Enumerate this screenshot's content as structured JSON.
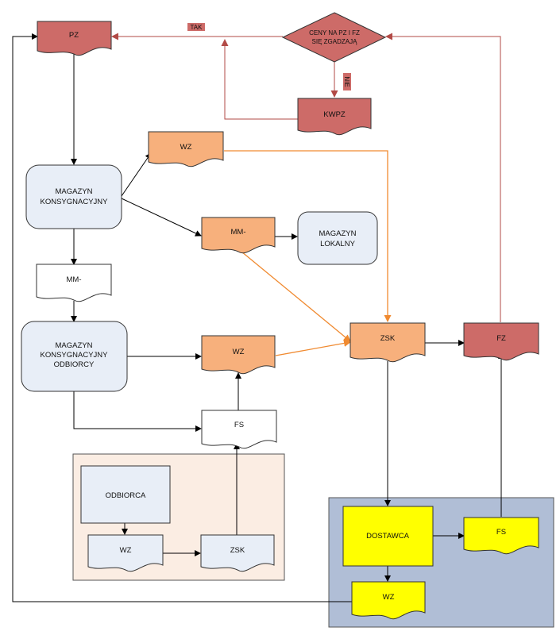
{
  "colors": {
    "red": "#cd6b68",
    "orange": "#f7b07c",
    "orange_line": "#f08a30",
    "dark_red_line": "#b24a46",
    "light_blue": "#e8eef7",
    "yellow": "#ffff00",
    "peach_bg": "#fbede3",
    "slate_bg": "#b0bed6"
  },
  "nodes": {
    "pz": "PZ",
    "decision_line1": "CENY NA PZ I FZ",
    "decision_line2": "SIĘ ZGADZAJĄ",
    "tak": "TAK",
    "nie": "NIE",
    "kwpz": "KWPZ",
    "wz_top": "WZ",
    "magazyn_konsyg_line1": "MAGAZYN",
    "magazyn_konsyg_line2": "KONSYGNACYJNY",
    "mm_right": "MM-",
    "magazyn_lokalny_line1": "MAGAZYN",
    "magazyn_lokalny_line2": "LOKALNY",
    "mm_left": "MM-",
    "magazyn_odb_line1": "MAGAZYN",
    "magazyn_odb_line2": "KONSYGNACYJNY",
    "magazyn_odb_line3": "ODBIORCY",
    "wz_mid": "WZ",
    "zsk": "ZSK",
    "fz": "FZ",
    "fs_mid": "FS",
    "odbiorca": "ODBIORCA",
    "odb_wz": "WZ",
    "odb_zsk": "ZSK",
    "dostawca": "DOSTAWCA",
    "dost_fs": "FS",
    "dost_wz": "WZ"
  }
}
